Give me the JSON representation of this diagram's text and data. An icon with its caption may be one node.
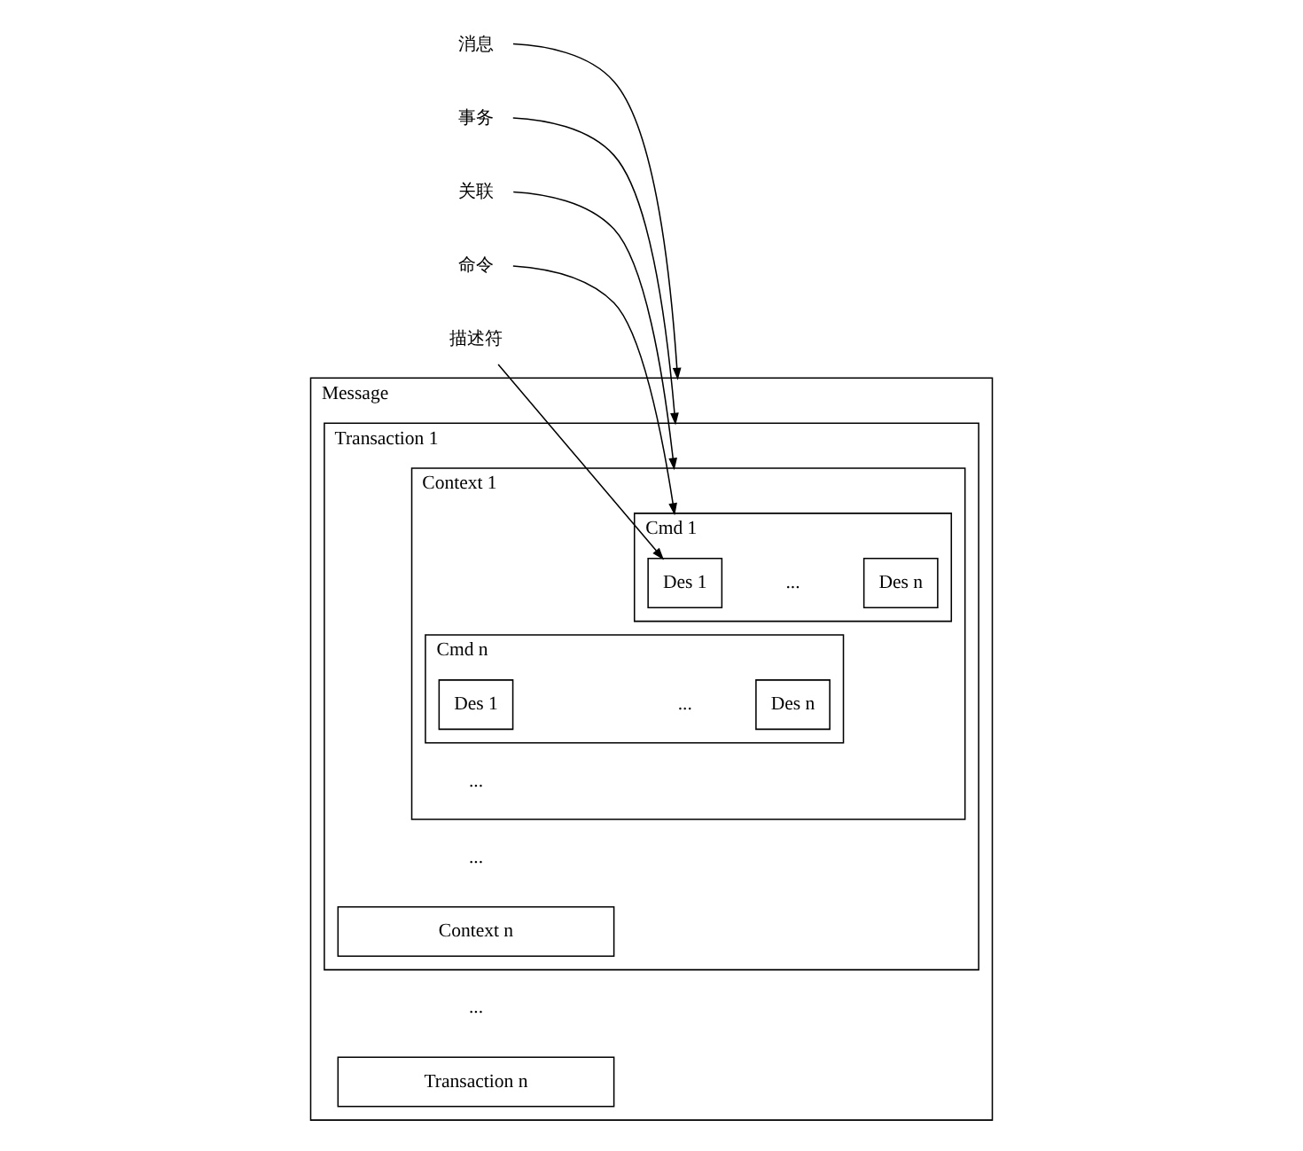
{
  "diagram": {
    "nodes": [
      {
        "text": [
          "消息"
        ]
      },
      {
        "text": [
          "事务"
        ]
      },
      {
        "text": [
          "关联"
        ]
      },
      {
        "text": [
          "命令"
        ]
      },
      {
        "text": [
          "描述符"
        ]
      },
      {
        "text": [
          "Message"
        ]
      },
      {
        "text": [
          "Transaction 1"
        ],
        "in": 5
      },
      {
        "text": [
          "Context 1"
        ],
        "in": 6
      },
      {
        "text": [
          "Cmd 1"
        ],
        "in": 7
      },
      {
        "text": [
          "Des 1"
        ],
        "in": 8
      },
      {
        "text": [
          "Des n"
        ],
        "in": 8
      },
      {
        "text": [
          "Cmd n"
        ],
        "in": 7
      },
      {
        "text": [
          "Des 1"
        ],
        "in": 11
      },
      {
        "text": [
          "Des n"
        ],
        "in": 11
      },
      {
        "text": [
          "Context n"
        ],
        "in": 6
      },
      {
        "text": [
          "Transaction n"
        ],
        "in": 5
      }
    ],
    "edges": [
      {
        "from": 0,
        "to": 5,
        "arrow": "to"
      },
      {
        "from": 1,
        "to": 6,
        "arrow": "to"
      },
      {
        "from": 2,
        "to": 7,
        "arrow": "to"
      },
      {
        "from": 3,
        "to": 8,
        "arrow": "to"
      },
      {
        "from": 4,
        "to": 9,
        "arrow": "to"
      }
    ],
    "labels": [
      "...",
      "...",
      "...",
      "...",
      "..."
    ]
  }
}
